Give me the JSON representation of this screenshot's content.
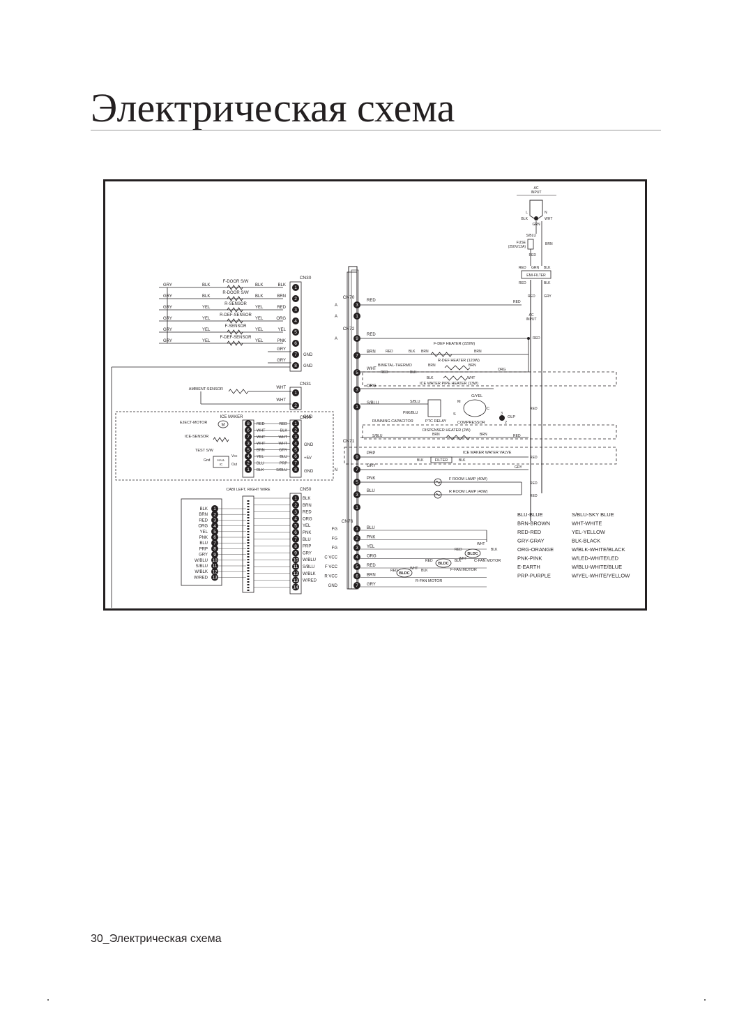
{
  "title": "Электрическая схема",
  "footer": {
    "page_number": "30",
    "separator": "_",
    "label": "Электрическая схема"
  },
  "connectors": {
    "cn30": "CN30",
    "cn31": "CN31",
    "cn90": "CN90",
    "cn50": "CN50",
    "cn70": "CN70",
    "cn72": "CN72",
    "cn71": "CN71",
    "cn76": "CN76"
  },
  "power": {
    "ac_input": [
      "AC",
      "INPUT"
    ],
    "blk": "BLK",
    "wht": "WHT",
    "grn": "GRN",
    "sblu": "S/BLU",
    "fuse": "FUSE",
    "fuse_rating": "(250V/12A)",
    "brn": "BRN",
    "red": "RED",
    "emi_filter": "EMI-FILTER",
    "gry": "GRY",
    "n": "N",
    "l": "L"
  },
  "left_sensors": [
    {
      "outer": "GRY",
      "wire": "BLK",
      "name": "F-DOOR S/W",
      "w2": "BLK",
      "w3": "BLK",
      "pin": "1"
    },
    {
      "outer": "GRY",
      "wire": "BLK",
      "name": "R-DOOR S/W",
      "w2": "BLK",
      "w3": "BRN",
      "pin": "2"
    },
    {
      "outer": "GRY",
      "wire": "YEL",
      "name": "R-SENSOR",
      "w2": "YEL",
      "w3": "RED",
      "pin": "3"
    },
    {
      "outer": "GRY",
      "wire": "YEL",
      "name": "R-DEF-SENSOR",
      "w2": "YEL",
      "w3": "ORG",
      "pin": "4"
    },
    {
      "outer": "GRY",
      "wire": "YEL",
      "name": "F-SENSOR",
      "w2": "YEL",
      "w3": "YEL",
      "pin": "5"
    },
    {
      "outer": "GRY",
      "wire": "YEL",
      "name": "F-DEF-SENSOR",
      "w2": "YEL",
      "w3": "PNK",
      "pin": "6"
    }
  ],
  "cn30_extra": [
    {
      "wire": "GRY",
      "pin": "7",
      "label": "GND"
    },
    {
      "wire": "GRY",
      "pin": "8",
      "label": "GND"
    }
  ],
  "cn31": {
    "sensor": "AMBIENT-SENSOR",
    "rows": [
      {
        "wire": "WHT",
        "pin": "1",
        "label": ""
      },
      {
        "wire": "WHT",
        "pin": "2",
        "label": "GND"
      }
    ]
  },
  "ice_maker": {
    "title": "ICE MAKER",
    "eject_motor": "EJECT-MOTOR",
    "motor_symbol": "M",
    "ice_sensor": "ICE-SENSOR",
    "test_sw": "TEST S/W",
    "gnd": "Gnd",
    "vcc": "Vcc",
    "hall_ic": [
      "HALL",
      "IC"
    ],
    "out": "Out",
    "plus5v": "+5V",
    "rows": [
      {
        "lp": "8",
        "w1": "RED",
        "w2": "RED",
        "rp": "1",
        "label": ""
      },
      {
        "lp": "6",
        "w1": "WHT",
        "w2": "BLK",
        "rp": "2",
        "label": ""
      },
      {
        "lp": "7",
        "w1": "WHT",
        "w2": "WHT",
        "rp": "3",
        "label": ""
      },
      {
        "lp": "3",
        "w1": "WHT",
        "w2": "WHT",
        "rp": "4",
        "label": "GND"
      },
      {
        "lp": "5",
        "w1": "BRN",
        "w2": "GRY",
        "rp": "5",
        "label": ""
      },
      {
        "lp": "4",
        "w1": "YEL",
        "w2": "BLU",
        "rp": "6",
        "label": "+5V"
      },
      {
        "lp": "2",
        "w1": "BLU",
        "w2": "PRP",
        "rp": "7",
        "label": ""
      },
      {
        "lp": "1",
        "w1": "BLK",
        "w2": "S/BLU",
        "rp": "8",
        "label": "GND"
      }
    ]
  },
  "cabi": {
    "title": "CABI LEFT, RIGHT WIRE",
    "left": [
      "BLK",
      "BRN",
      "RED",
      "ORG",
      "YEL",
      "PNK",
      "BLU",
      "PRP",
      "GRY",
      "W/BLU",
      "S/BLU",
      "W/BLK",
      "W/RED"
    ],
    "left_pins": [
      "1",
      "2",
      "3",
      "4",
      "5",
      "6",
      "7",
      "8",
      "9",
      "10",
      "11",
      "12",
      "13"
    ],
    "right": [
      "BLK",
      "BRN",
      "RED",
      "ORG",
      "YEL",
      "PNK",
      "BLU",
      "PRP",
      "GRY",
      "W/BLU",
      "S/BLU",
      "W/BLK",
      "W/RED",
      ""
    ],
    "right_pins": [
      "1",
      "2",
      "3",
      "4",
      "5",
      "6",
      "7",
      "8",
      "9",
      "10",
      "11",
      "12",
      "13",
      "14"
    ]
  },
  "cn70": [
    {
      "side": "A",
      "pin": "3",
      "wire": "RED"
    },
    {
      "side": "A",
      "pin": "1",
      "wire": ""
    }
  ],
  "cn72": [
    {
      "side": "A",
      "pin": "9",
      "wire": "RED"
    },
    {
      "side": "",
      "pin": "7",
      "wire": "BRN"
    },
    {
      "side": "",
      "pin": "5",
      "wire": "WHT"
    },
    {
      "side": "",
      "pin": "3",
      "wire": "ORG"
    },
    {
      "side": "",
      "pin": "1",
      "wire": "S/BLU"
    }
  ],
  "cn71": [
    {
      "side": "",
      "pin": "9",
      "wire": "PRP"
    },
    {
      "side": "N",
      "pin": "7",
      "wire": "GRY"
    },
    {
      "side": "",
      "pin": "5",
      "wire": "PNK"
    },
    {
      "side": "",
      "pin": "3",
      "wire": "BLU"
    },
    {
      "side": "",
      "pin": "1",
      "wire": ""
    }
  ],
  "cn76": [
    {
      "side": "FG",
      "pin": "1",
      "wire": "BLU"
    },
    {
      "side": "FG",
      "pin": "2",
      "wire": "PNK"
    },
    {
      "side": "FG",
      "pin": "3",
      "wire": "YEL"
    },
    {
      "side": "C  VCC",
      "pin": "4",
      "wire": "ORG"
    },
    {
      "side": "F VCC",
      "pin": "5",
      "wire": "RED"
    },
    {
      "side": "R VCC",
      "pin": "6",
      "wire": "BRN"
    },
    {
      "side": "GND",
      "pin": "7",
      "wire": "GRY"
    }
  ],
  "loads": {
    "f_def_heater": "F-DEF HEATER (220W)",
    "r_def_heater": "R-DEF HEATER (120W)",
    "bimetal": "BIMETAL-THERMO",
    "ice_water_pipe": "ICE WATER PIPE HEATER (13W)",
    "gyel": "G/YEL",
    "pnk_blu": "PNK/BLU",
    "m": "M",
    "s": "S",
    "c": "C",
    "olp": "OLP",
    "three": "3",
    "two": "2",
    "running_cap": "RUNNING CAPACITOR",
    "ptc_relay": "PTC RELAY",
    "compressor": "COMPRESSOR",
    "dispenser_heater": "DISPENSER HEATER (2W)",
    "ice_valve": "ICE MAKER WATER VALVE",
    "filter": "FILTER",
    "f_room_lamp": "F ROOM LAMP (40W)",
    "r_room_lamp": "R ROOM LAMP (40W)",
    "c_fan_motor": "C-FAN MOTOR",
    "f_fan_motor": "F-FAN MOTOR",
    "r_fan_motor": "R-FAN MOTOR",
    "bldc": "BLDC",
    "red": "RED",
    "blk": "BLK",
    "brn": "BRN",
    "wht": "WHT",
    "org": "ORG",
    "gry": "GRY",
    "sblu": "S/BLU"
  },
  "legend": [
    [
      "BLU-BLUE",
      "S/BLU-SKY BLUE"
    ],
    [
      "BRN-BROWN",
      "WHT-WHITE"
    ],
    [
      "RED-RED",
      "YEL-YELLOW"
    ],
    [
      "GRY-GRAY",
      "BLK-BLACK"
    ],
    [
      "ORG-ORANGE",
      "W/BLK-WHITE/BLACK"
    ],
    [
      "PNK-PINK",
      "W/LED-WHITE/LED"
    ],
    [
      "E-EARTH",
      "W/BLU-WHITE/BLUE"
    ],
    [
      "PRP-PURPLE",
      "W/YEL-WHITE/YELLOW"
    ]
  ]
}
